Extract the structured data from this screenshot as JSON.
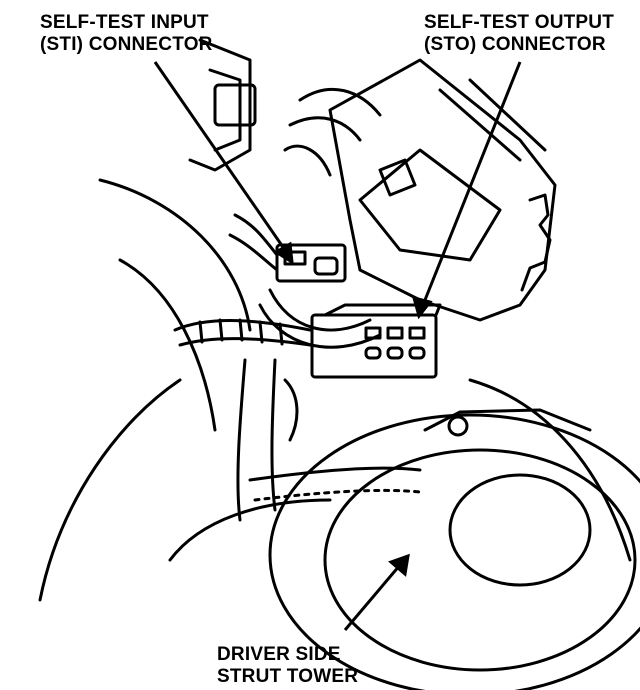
{
  "callouts": {
    "sti": {
      "line1": "SELF-TEST INPUT",
      "line2": "(STI) CONNECTOR"
    },
    "sto": {
      "line1": "SELF-TEST OUTPUT",
      "line2": "(STO) CONNECTOR"
    },
    "strut": {
      "line1": "DRIVER SIDE",
      "line2": "STRUT TOWER"
    }
  },
  "colors": {
    "ink": "#000000",
    "paper": "#ffffff"
  }
}
